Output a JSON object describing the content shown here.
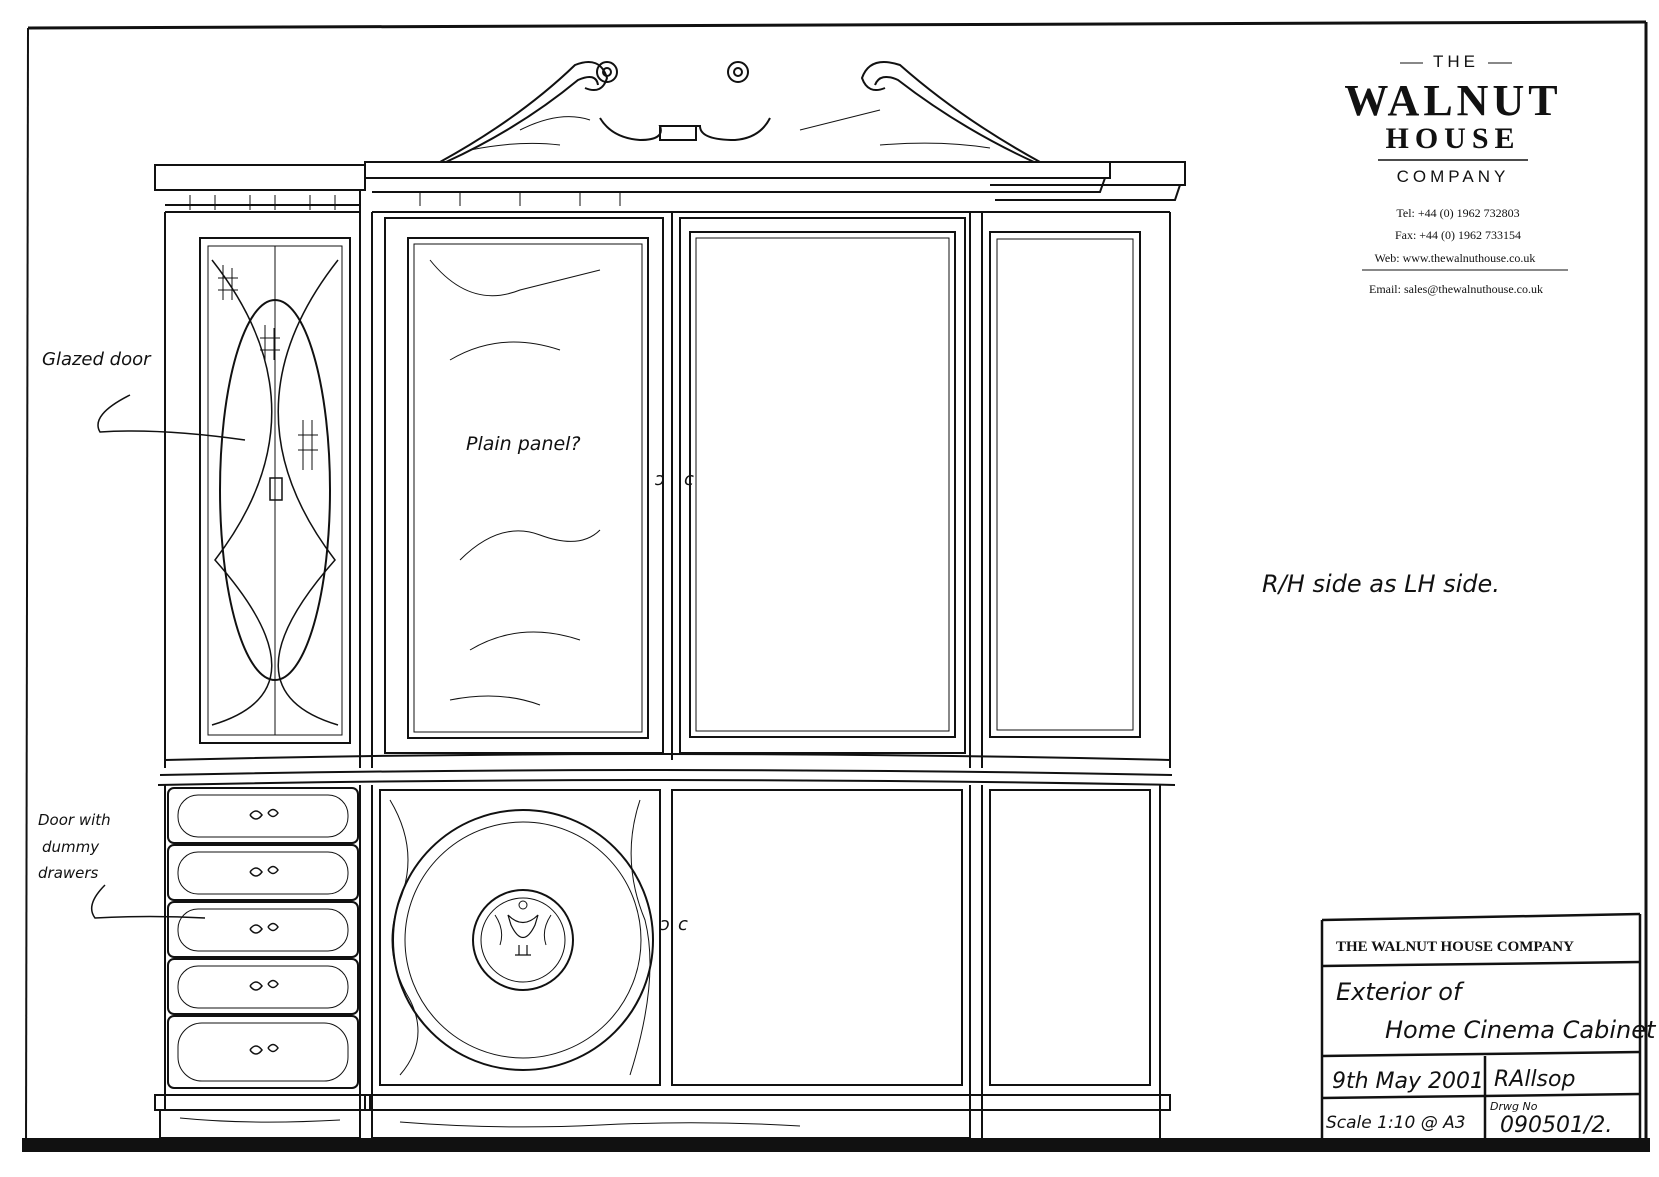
{
  "company_block": {
    "the": "THE",
    "walnut": "WALNUT",
    "house": "HOUSE",
    "company": "COMPANY",
    "tel": "Tel: +44 (0) 1962 732803",
    "fax": "Fax: +44 (0) 1962 733154",
    "web": "Web: www.thewalnuthouse.co.uk",
    "email": "Email: sales@thewalnuthouse.co.uk"
  },
  "annotations": {
    "glazed_door": "Glazed door",
    "plain_panel": "Plain panel?",
    "rh_side": "R/H side as LH side.",
    "door_with": "Door with",
    "dummy": "dummy",
    "drawers": "drawers"
  },
  "title_block": {
    "company_name": "THE WALNUT HOUSE COMPANY",
    "title_line1": "Exterior of",
    "title_line2": "Home Cinema Cabinet",
    "date": "9th May 2001",
    "signature": "RAllsop",
    "scale": "Scale 1:10 @ A3",
    "drawing_no_label": "Drwg No",
    "drawing_no": "090501/2."
  },
  "icons": {
    "logo": "walnut-house-logo",
    "cabinet": "cabinet-elevation-drawing"
  }
}
